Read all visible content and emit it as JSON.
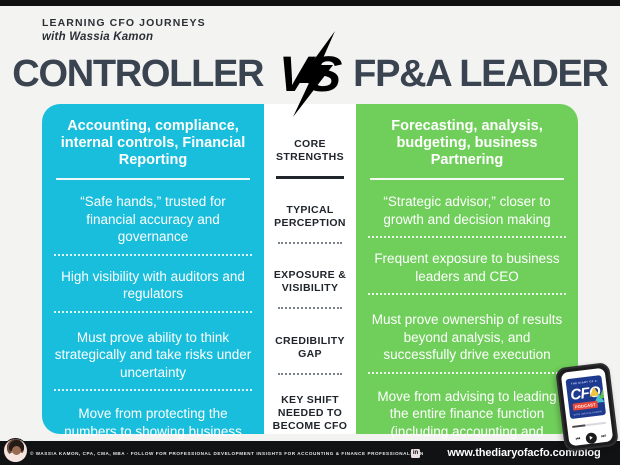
{
  "header": {
    "eyebrow": "LEARNING CFO JOURNEYS",
    "eyebrow_sub": "with Wassia Kamon",
    "left_title": "CONTROLLER",
    "vs": "VS",
    "right_title": "FP&A LEADER"
  },
  "colors": {
    "left_column": "#18bedc",
    "right_column": "#70cf5b",
    "center_column": "#ffffff",
    "title": "#3a4350",
    "footer_bar": "#111214",
    "page_background": "#f3f3f1"
  },
  "comparison": {
    "left_header": "Accounting, compliance, internal controls, Financial Reporting",
    "right_header": "Forecasting, analysis, budgeting, business Partnering",
    "rows": [
      {
        "category": "CORE\nSTRENGTHS",
        "category_line1": "CORE",
        "category_line2": "STRENGTHS",
        "left": "Accounting, compliance, internal controls, Financial Reporting",
        "right": "Forecasting, analysis, budgeting, business Partnering"
      },
      {
        "category_line1": "TYPICAL",
        "category_line2": "PERCEPTION",
        "left": "“Safe hands,” trusted for financial accuracy and governance",
        "right": "“Strategic advisor,” closer to growth and decision making"
      },
      {
        "category_line1": "EXPOSURE &",
        "category_line2": "VISIBILITY",
        "left": "High visibility with auditors and regulators",
        "right": "Frequent exposure to business leaders and CEO"
      },
      {
        "category_line1": "CREDIBILITY",
        "category_line2": "GAP",
        "left": "Must prove ability to think strategically and take risks under uncertainty",
        "right": "Must prove ownership of results beyond analysis, and successfully drive execution"
      },
      {
        "category_line1": "KEY SHIFT",
        "category_line2": "NEEDED TO",
        "category_line3": "BECOME CFO",
        "left": "Move from protecting the numbers to showing business acumen and leading the business",
        "right": "Move from advising to leading the entire finance function (including accounting and treasury)"
      }
    ]
  },
  "phone": {
    "art_top": "THE DIARY OF A",
    "art_title": "CFO",
    "art_badge": "PODCAST",
    "art_sub": "WITH WASSIA KAMON",
    "prev_label": "⏮",
    "next_label": "⏭"
  },
  "footer": {
    "attribution": "© WASSIA KAMON, CPA, CMA, MBA · FOLLOW FOR PROFESSIONAL DEVELOPMENT INSIGHTS FOR ACCOUNTING & FINANCE PROFESSIONALS ON",
    "linkedin_glyph": "in",
    "url": "www.thediaryofacfo.com/blog"
  }
}
